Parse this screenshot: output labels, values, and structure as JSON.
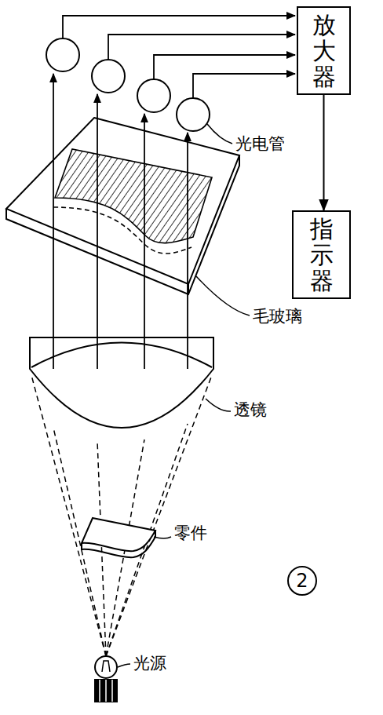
{
  "diagram": {
    "nodes": [
      {
        "text": [
          "放大器"
        ]
      },
      {
        "text": [
          "指示器"
        ]
      },
      {
        "text": [
          "2"
        ]
      }
    ],
    "edges": [
      {
        "from": 0,
        "to": 1,
        "arrow": "to"
      }
    ],
    "labels": [
      "光电管",
      "毛玻璃",
      "透镜",
      "零件",
      "光源"
    ]
  }
}
